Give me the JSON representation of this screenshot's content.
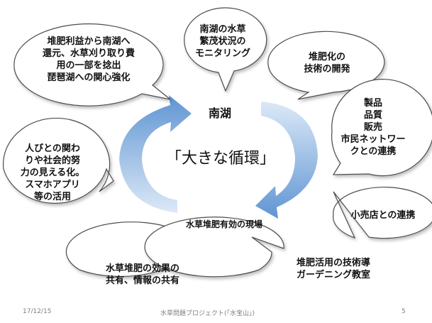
{
  "center_title": "「大きな循環」",
  "nodes": {
    "top": "南湖",
    "bottom": "水草堆肥有効の現場"
  },
  "bubbles": {
    "monitoring": "南湖の水草\n繁茂状況の\nモニタリング",
    "profit": "堆肥利益から南湖へ\n還元、水草刈り取り費\n用の一部を捻出\n琵琶湖への関心強化",
    "compost_dev": "堆肥化の\n技術の開発",
    "products": "製品\n品質\n販売\n市民ネットワー\nクとの連携",
    "awareness": "人びとの関わ\nりや社会的努\n力の見える化。\nスマホアプリ\n等の活用",
    "retail": "小売店との連携",
    "effect_sharing": "水草堆肥の効果の\n共有、情報の共有",
    "gardening": "堆肥活用の技術導\nガーデニング教室"
  },
  "footer": {
    "date": "17/12/15",
    "project": "水草問題プロジェクト(「水宝山」)",
    "page": "5"
  },
  "colors": {
    "arrow_light": "#dce9f7",
    "arrow_dark": "#5f95d3",
    "bubble_stroke": "#4d4d4d"
  }
}
